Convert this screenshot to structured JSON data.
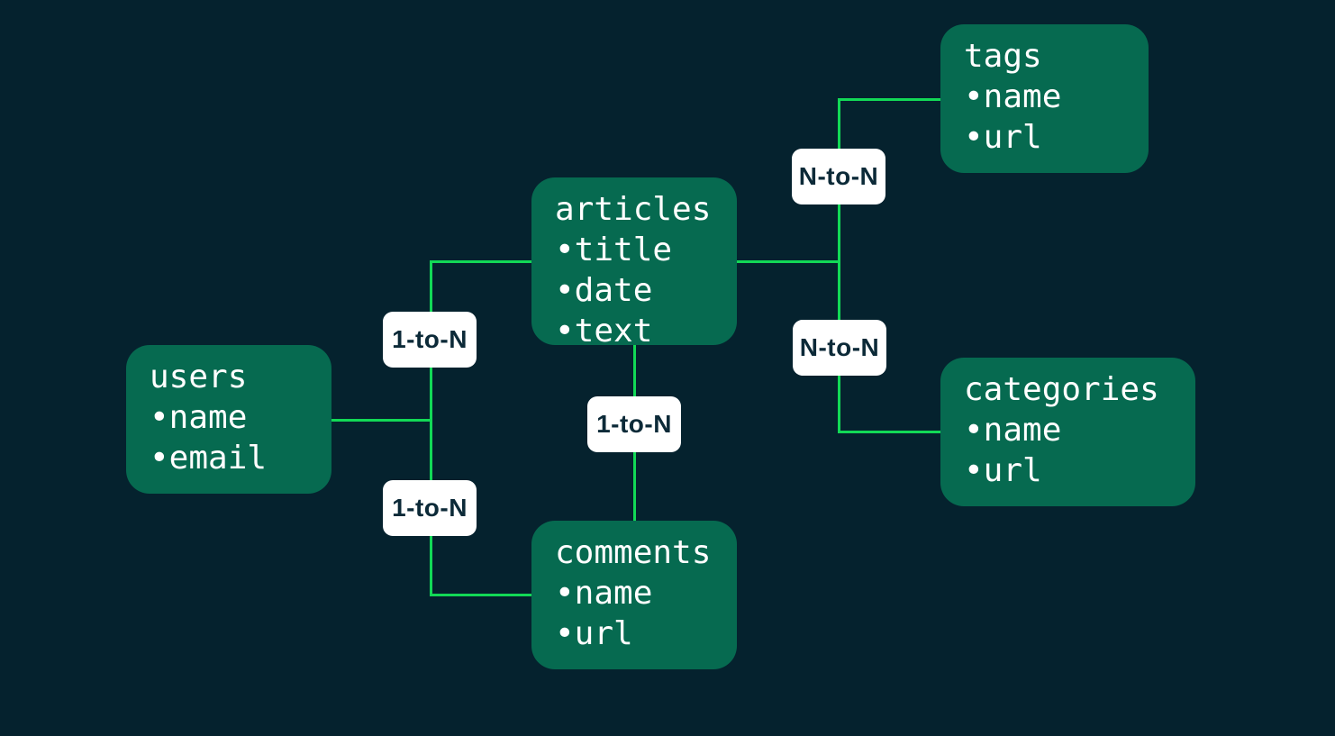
{
  "colors": {
    "background": "#05222e",
    "entity_fill": "#066a50",
    "entity_text": "#ffffff",
    "line_color": "#12d956",
    "label_bg": "#ffffff",
    "label_text": "#0c2a38"
  },
  "entities": [
    {
      "name": "users",
      "title": "users",
      "attributes": [
        "•name",
        "•email"
      ]
    },
    {
      "name": "articles",
      "title": "articles",
      "attributes": [
        "•title",
        "•date",
        "•text"
      ]
    },
    {
      "name": "comments",
      "title": "comments",
      "attributes": [
        "•name",
        "•url"
      ]
    },
    {
      "name": "tags",
      "title": "tags",
      "attributes": [
        "•name",
        "•url"
      ]
    },
    {
      "name": "categories",
      "title": "categories",
      "attributes": [
        "•name",
        "•url"
      ]
    }
  ],
  "relations": [
    {
      "label": "1-to-N",
      "from": "users",
      "to": "articles"
    },
    {
      "label": "1-to-N",
      "from": "users",
      "to": "comments"
    },
    {
      "label": "1-to-N",
      "from": "articles",
      "to": "comments"
    },
    {
      "label": "N-to-N",
      "from": "articles",
      "to": "tags"
    },
    {
      "label": "N-to-N",
      "from": "articles",
      "to": "categories"
    }
  ]
}
